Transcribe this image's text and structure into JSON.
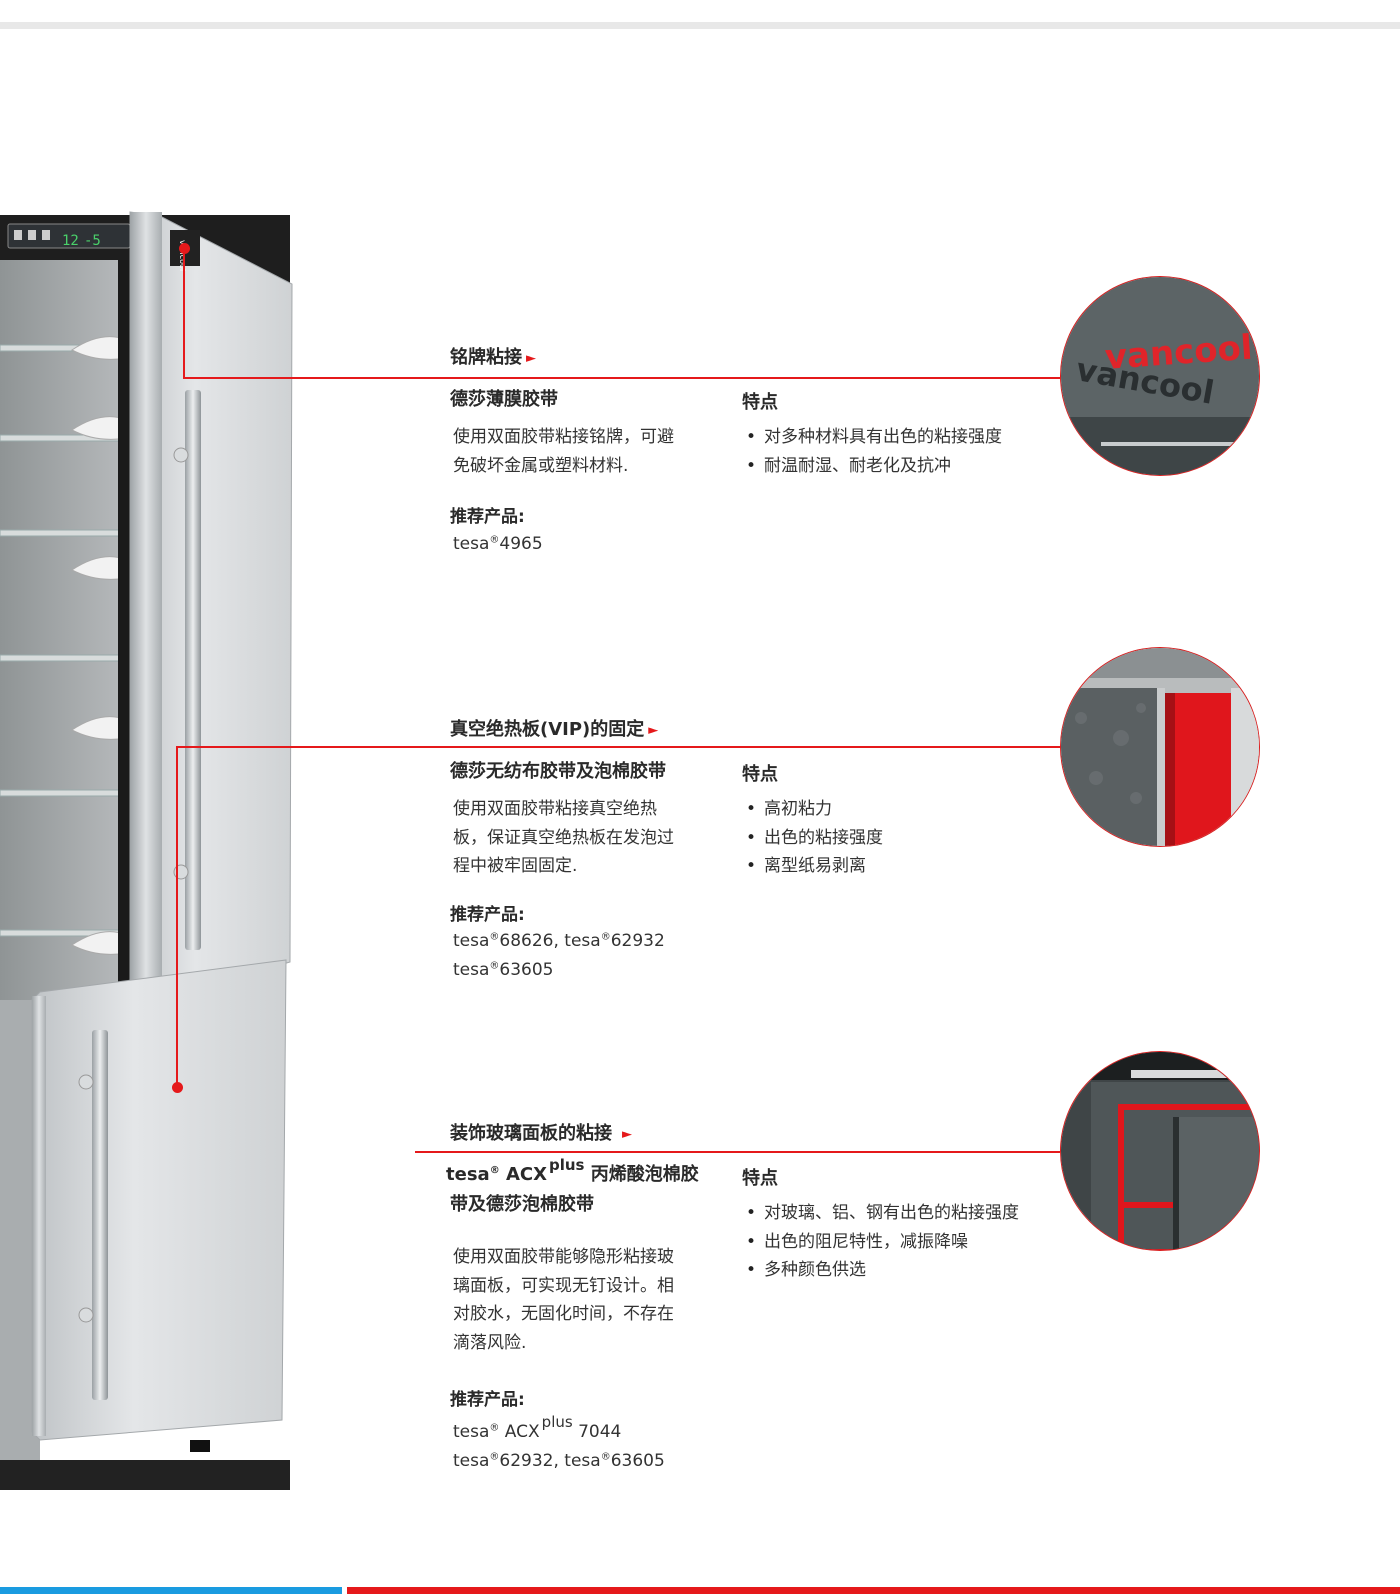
{
  "colors": {
    "accent_red": "#e5191b",
    "accent_blue": "#1a9be0",
    "text_dark": "#2a2a2a",
    "top_rule": "#e8e8e8"
  },
  "icons": [
    "triangle-right-icon",
    "bullet-icon"
  ],
  "sections": [
    {
      "title": "铭牌粘接",
      "subtitle": "德莎薄膜胶带",
      "description_lines": [
        "使用双面胶带粘接铭牌，可避",
        "免破坏金属或塑料材料."
      ],
      "recommended_label": "推荐产品:",
      "products": [
        "tesa®4965"
      ],
      "features_title": "特点",
      "features": [
        "对多种材料具有出色的粘接强度",
        "耐温耐湿、耐老化及抗冲"
      ],
      "image_text": [
        "vancool",
        "vancool"
      ]
    },
    {
      "title": "真空绝热板(VIP)的固定",
      "subtitle": "德莎无纺布胶带及泡棉胶带",
      "description_lines": [
        "使用双面胶带粘接真空绝热",
        "板，保证真空绝热板在发泡过",
        "程中被牢固固定."
      ],
      "recommended_label": "推荐产品:",
      "products": [
        "tesa®68626, tesa®62932",
        "tesa®63605"
      ],
      "features_title": "特点",
      "features": [
        "高初粘力",
        "出色的粘接强度",
        "离型纸易剥离"
      ]
    },
    {
      "title": "装饰玻璃面板的粘接",
      "subtitle_brand": "tesa® ACX",
      "subtitle_sup": "plus",
      "subtitle_rest": " 丙烯酸泡棉胶",
      "subtitle_line2": "带及德莎泡棉胶带",
      "description_lines": [
        "使用双面胶带能够隐形粘接玻",
        "璃面板，可实现无钉设计。相",
        "对胶水，无固化时间，不存在",
        "滴落风险."
      ],
      "recommended_label": "推荐产品:",
      "product_brand": "tesa® ACX",
      "product_sup": "plus",
      "product_code": " 7044",
      "products_extra": [
        "tesa®62932, tesa®63605"
      ],
      "features_title": "特点",
      "features": [
        "对玻璃、铝、钢有出色的粘接强度",
        "出色的阻尼特性，减振降噪",
        "多种颜色供选"
      ]
    }
  ],
  "fridge": {
    "display_digits": [
      "12",
      "-5"
    ],
    "door_badge": "vancool"
  }
}
